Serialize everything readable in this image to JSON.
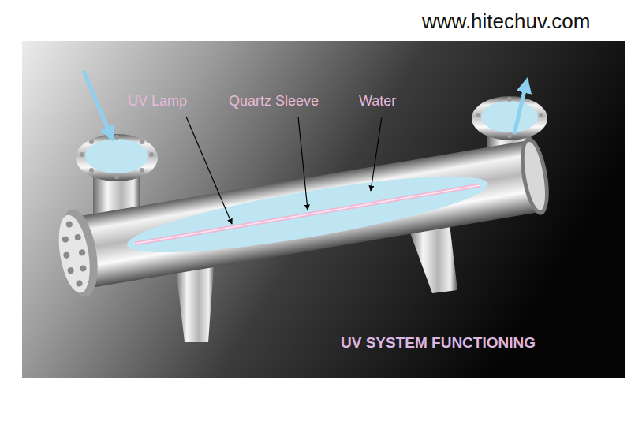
{
  "diagram": {
    "title": "UV SYSTEM FUNCTIONING",
    "labels": [
      "www.hitechuv.com",
      "UV Lamp",
      "Quartz Sleeve",
      "Water"
    ]
  }
}
